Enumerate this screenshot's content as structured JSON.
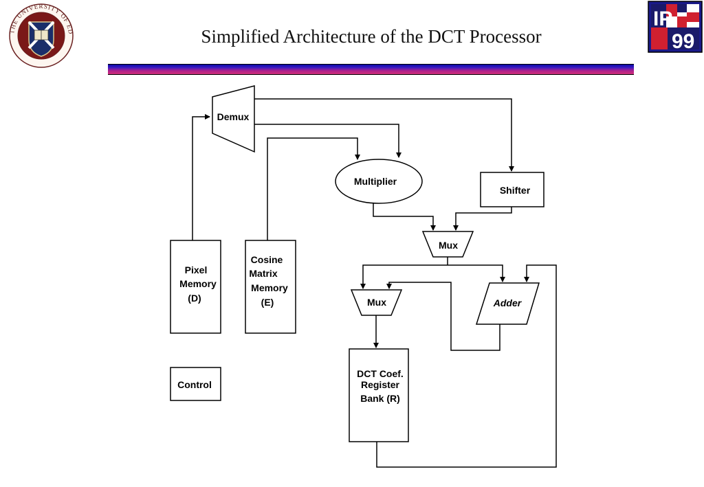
{
  "slide": {
    "title": "Simplified Architecture of the DCT Processor"
  },
  "logos": {
    "university_arc": "THE UNIVERSITY OF EDINBURGH",
    "badge_ip": "IP",
    "badge_year": "99"
  },
  "diagram": {
    "demux": "Demux",
    "multiplier": "Multiplier",
    "shifter": "Shifter",
    "mux_top": "Mux",
    "mux_bottom": "Mux",
    "adder": "Adder",
    "pixel_memory": [
      "Pixel",
      "Memory",
      "(D)"
    ],
    "cosine_memory": [
      "Cosine",
      "Matrix",
      "Memory",
      "(E)"
    ],
    "control": "Control",
    "register_bank": [
      "DCT Coef.",
      "Register",
      "Bank (R)"
    ]
  }
}
